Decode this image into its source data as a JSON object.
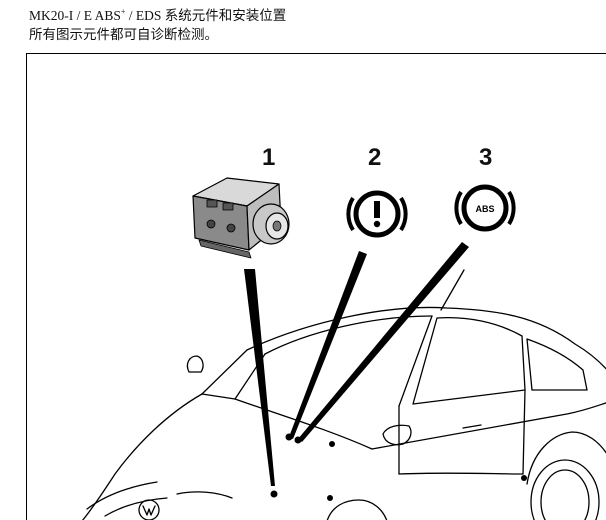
{
  "header": {
    "title_prefix": "MK20-I / E ABS",
    "title_sup": "+",
    "title_suffix": " / EDS 系统元件和安装位置",
    "subtitle": "所有图示元件都可自诊断检测。"
  },
  "figure": {
    "callouts": [
      {
        "number": "1",
        "component": "abs-hydraulic-unit"
      },
      {
        "number": "2",
        "component": "brake-warning-lamp",
        "symbol": "!"
      },
      {
        "number": "3",
        "component": "abs-warning-lamp",
        "symbol": "ABS"
      }
    ]
  }
}
